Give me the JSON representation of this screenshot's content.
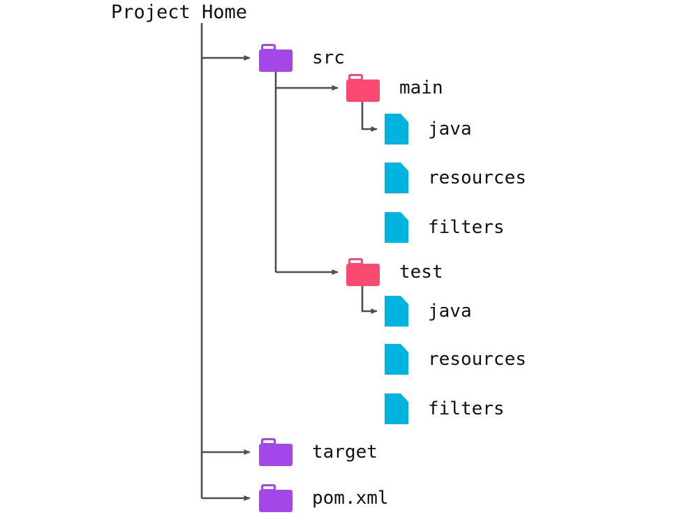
{
  "diagram": {
    "type": "tree",
    "title": "Project Home",
    "colors": {
      "folder_purple": "#A347E8",
      "folder_pink": "#FB4A72",
      "file_cyan": "#00B4E0",
      "edge": "#4d4d4d",
      "text": "#111111",
      "background": "#ffffff"
    },
    "nodes": {
      "root": {
        "label": "Project Home",
        "icon": "none",
        "depth": 0
      },
      "src": {
        "label": "src",
        "icon": "folder-icon",
        "color": "purple",
        "depth": 1
      },
      "main": {
        "label": "main",
        "icon": "folder-icon",
        "color": "pink",
        "depth": 2
      },
      "main_java": {
        "label": "java",
        "icon": "file-icon",
        "color": "cyan",
        "depth": 3
      },
      "main_resources": {
        "label": "resources",
        "icon": "file-icon",
        "color": "cyan",
        "depth": 3
      },
      "main_filters": {
        "label": "filters",
        "icon": "file-icon",
        "color": "cyan",
        "depth": 3
      },
      "test": {
        "label": "test",
        "icon": "folder-icon",
        "color": "pink",
        "depth": 2
      },
      "test_java": {
        "label": "java",
        "icon": "file-icon",
        "color": "cyan",
        "depth": 3
      },
      "test_resources": {
        "label": "resources",
        "icon": "file-icon",
        "color": "cyan",
        "depth": 3
      },
      "test_filters": {
        "label": "filters",
        "icon": "file-icon",
        "color": "cyan",
        "depth": 3
      },
      "target": {
        "label": "target",
        "icon": "folder-icon",
        "color": "purple",
        "depth": 1
      },
      "pom": {
        "label": "pom.xml",
        "icon": "folder-icon",
        "color": "purple",
        "depth": 1
      }
    }
  }
}
